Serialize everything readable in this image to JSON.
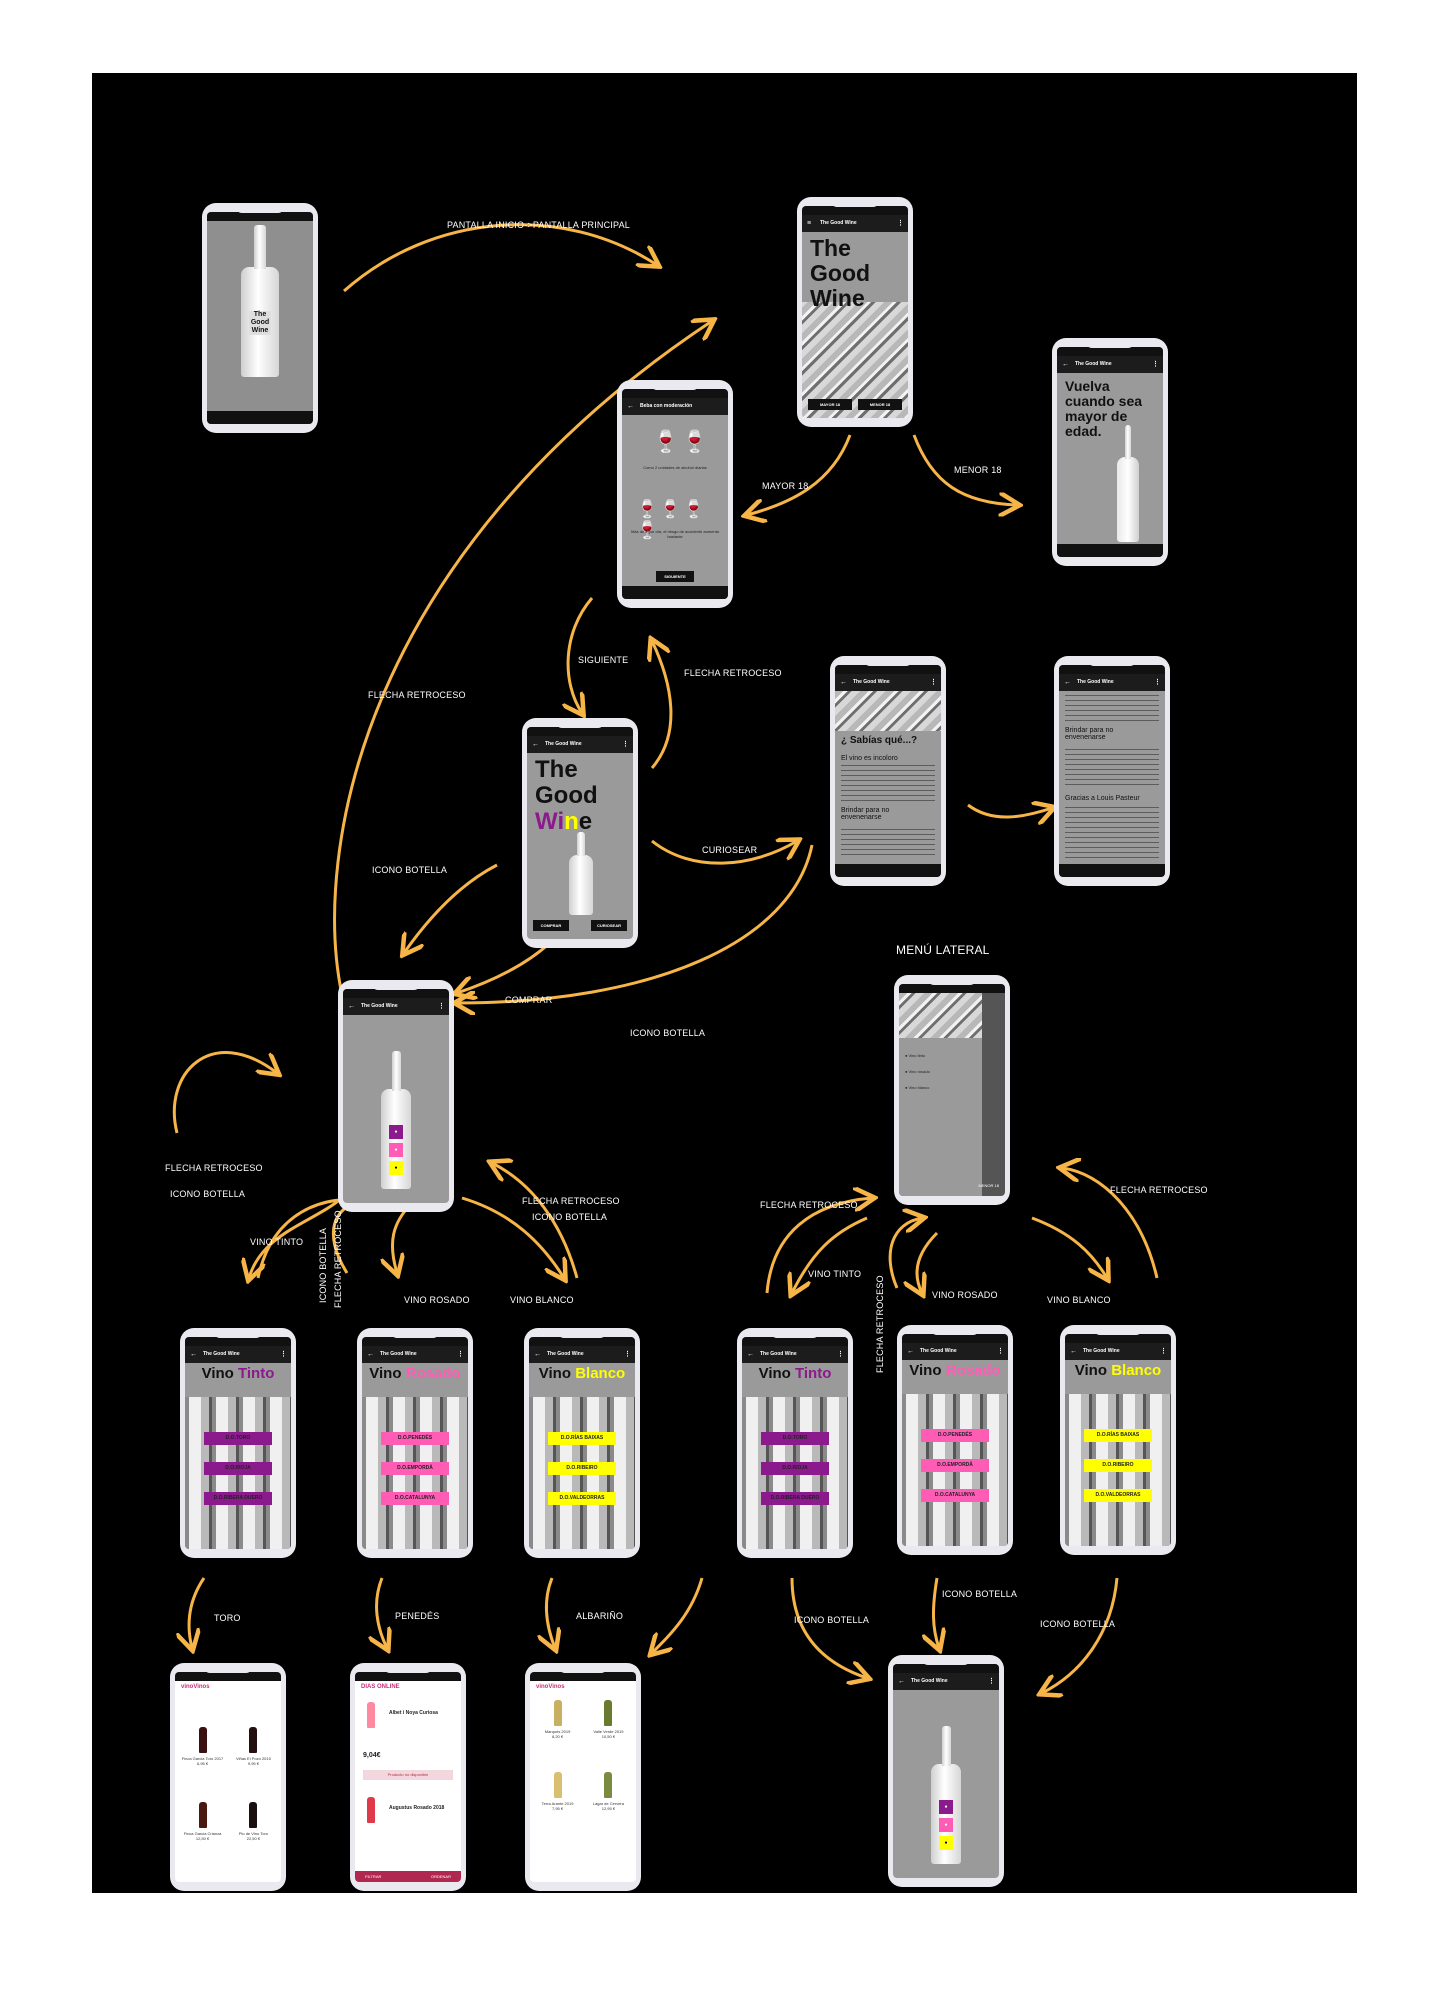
{
  "colors": {
    "arrow": "#f7b548",
    "board": "#000000",
    "tinto": "#8b1a8c",
    "rosado": "#ff5cb6",
    "blanco": "#ffff00",
    "frame": "#e9e9ef"
  },
  "screens": {
    "splash": {
      "bottle_text": "The Good Wine"
    },
    "main": {
      "title": "The Good Wine",
      "btn_mayor": "MAYOR 18",
      "btn_menor": "MENOR 18"
    },
    "minor": {
      "text": "Vuelva cuando sea mayor de edad."
    },
    "moderation": {
      "appbar": "Beba con moderación",
      "text1": "Como 2 unidades de alcohol diarias",
      "text2": "Más de 4 por día, el riesgo de accidente aumenta bastante",
      "button": "SIGUIENTE"
    },
    "home": {
      "appbar": "The Good Wine",
      "title1": "The",
      "title2": "Good",
      "title3a": "Wi",
      "title3b": "n",
      "title3c": "e",
      "btn_comprar": "COMPRAR",
      "btn_curiosear": "CURIOSEAR"
    },
    "curiosity": {
      "appbar": "The Good Wine",
      "heading": "¿ Sabías qué...?",
      "sub1": "El vino es incoloro",
      "sub2": "Brindar para no envenenarse"
    },
    "curiosity2": {
      "appbar": "The Good Wine",
      "sub1": "Brindar para no envenenarse",
      "sub2": "Gracias a Louis Pasteur"
    },
    "selector": {
      "appbar": "The Good Wine",
      "b1": "●",
      "b2": "●",
      "b3": "●"
    },
    "menu": {
      "title": "MENÚ LATERAL",
      "items": [
        "Vino tinto",
        "Vino rosado",
        "Vino blanco"
      ],
      "footer": "MENOR 18"
    },
    "tinto": {
      "appbar": "The Good Wine",
      "vino": "Vino",
      "color": "Tinto",
      "labels": [
        "D.O.TORO",
        "D.O.RIOJA",
        "D.O.RIBERA DUERO"
      ]
    },
    "rosado": {
      "appbar": "The Good Wine",
      "vino": "Vino",
      "color": "Rosado",
      "labels": [
        "D.O.PENEDÉS",
        "D.O.EMPORDÀ",
        "D.O.CATALUNYA"
      ]
    },
    "blanco": {
      "appbar": "The Good Wine",
      "vino": "Vino",
      "color": "Blanco",
      "labels": [
        "D.O.RÍAS BAIXAS",
        "D.O.RIBEIRO",
        "D.O.VALDEORRAS"
      ]
    },
    "shop_tinto": {
      "brand": "vinoVinos",
      "items": [
        "Finca Garcia Toro 2017",
        "Viñas El Pozo 2015",
        "Finca Garcia Crianza",
        "Pio de Vino Toro"
      ],
      "prices": [
        "6,95 €",
        "9,95 €",
        "12,50 €",
        "22,50 €"
      ]
    },
    "shop_rosado": {
      "brand": "DIAS ONLINE",
      "item1": "Albet i Noya Curiosa",
      "price": "9,04€",
      "notice": "Producto no disponible",
      "item2": "Augustus Rosado 2018",
      "filter": "FILTRAR",
      "order": "ORDENAR"
    },
    "shop_blanco": {
      "brand": "vinoVinos",
      "items": [
        "Marqués 2019",
        "Valle Verde 2019",
        "Terra Arante 2019",
        "Lagar de Cervera"
      ],
      "prices": [
        "8,20 €",
        "10,50 €",
        "7,95 €",
        "12,95 €"
      ]
    }
  },
  "edges": {
    "splash_main": "PANTALLA INICIO->PANTALLA PRINCIPAL",
    "mayor": "MAYOR 18",
    "menor": "MENOR 18",
    "siguiente": "SIGUIENTE",
    "flecha1": "FLECHA RETROCESO",
    "flecha2": "FLECHA RETROCESO",
    "curiosear": "CURIOSEAR",
    "icono1": "ICONO BOTELLA",
    "comprar": "COMPRAR",
    "icono2": "ICONO BOTELLA",
    "flecha3": "FLECHA RETROCESO",
    "icono3": "ICONO BOTELLA",
    "vtinto": "VINO TINTO",
    "icono4": "ICONO BOTELLA",
    "flecha4": "FLECHA RETROCESO",
    "vrosado": "VINO ROSADO",
    "flecha5": "FLECHA RETROCESO",
    "icono5": "ICONO BOTELLA",
    "vblanco": "VINO BLANCO",
    "flecha6": "FLECHA RETROCESO",
    "vtinto2": "VINO TINTO",
    "flecha7": "FLECHA RETROCESO",
    "vrosado2": "VINO ROSADO",
    "vblanco2": "VINO BLANCO",
    "flecha8": "FLECHA RETROCESO",
    "toro": "TORO",
    "penedes": "PENEDÉS",
    "albarino": "ALBARIÑO",
    "icono6": "ICONO BOTELLA",
    "icono7": "ICONO BOTELLA",
    "icono8": "ICONO BOTELLA"
  }
}
